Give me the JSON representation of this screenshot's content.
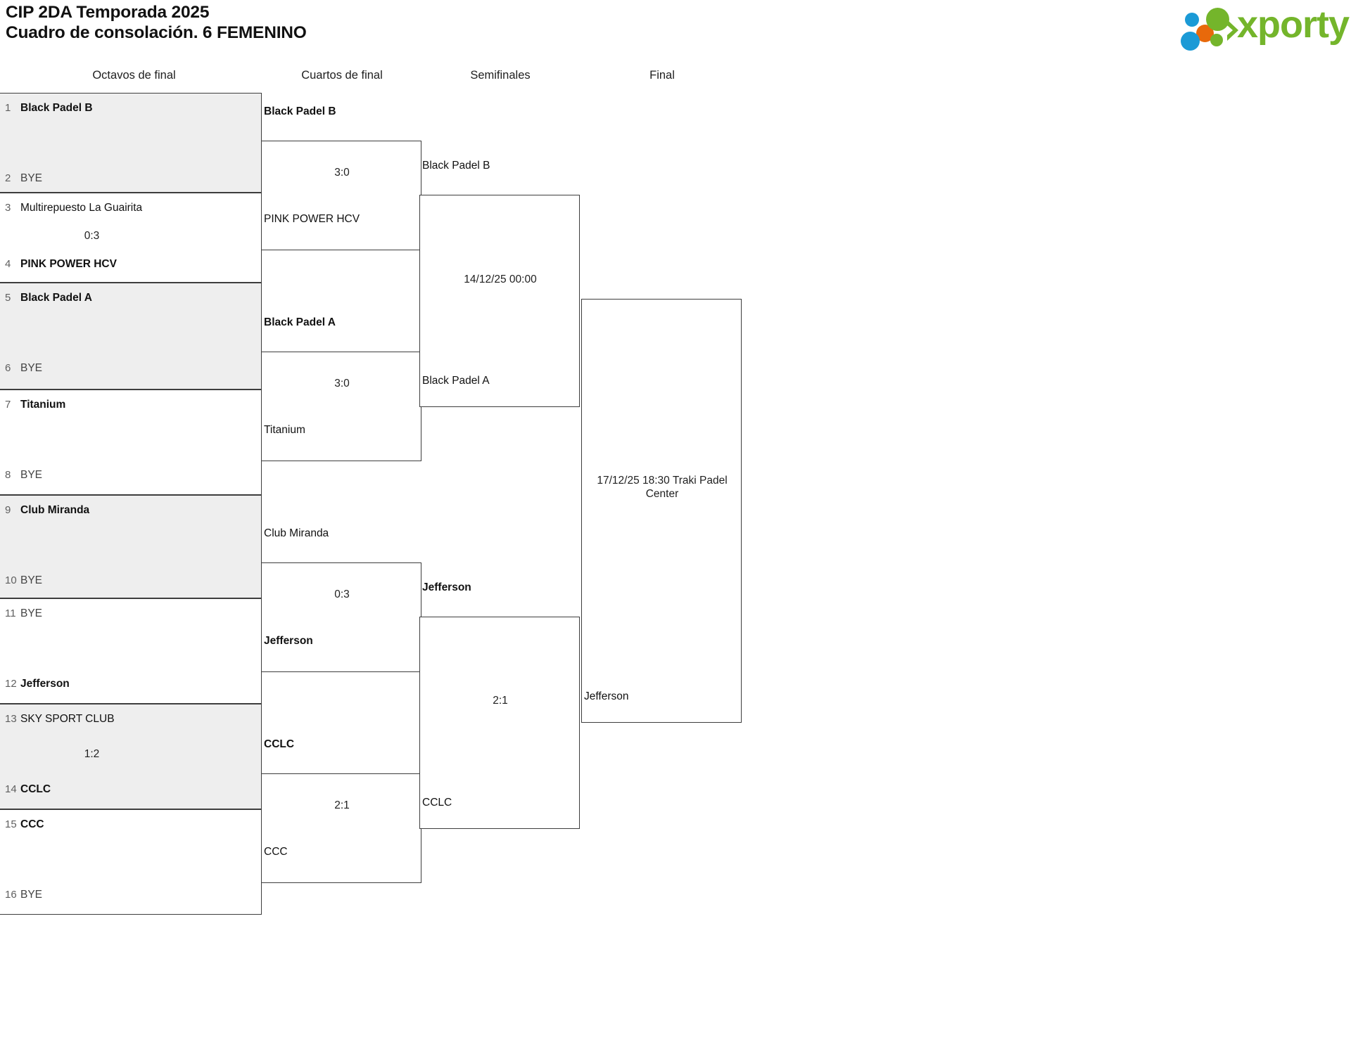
{
  "header": {
    "title_line1": "CIP 2DA Temporada 2025",
    "title_line2": "Cuadro de consolación. 6 FEMENINO",
    "logo_text": "xporty",
    "logo_colors": {
      "green": "#74b52b",
      "blue": "#1b9ad6",
      "orange": "#e8690b"
    }
  },
  "rounds": [
    {
      "label": "Octavos de final"
    },
    {
      "label": "Cuartos de final"
    },
    {
      "label": "Semifinales"
    },
    {
      "label": "Final"
    }
  ],
  "round1": {
    "matches": [
      {
        "shaded": true,
        "top": {
          "seed": "1",
          "team": "Black Padel B",
          "winner": true,
          "bye": false
        },
        "bottom": {
          "seed": "2",
          "team": "BYE",
          "winner": false,
          "bye": true
        },
        "score": ""
      },
      {
        "shaded": false,
        "top": {
          "seed": "3",
          "team": "Multirepuesto La Guairita",
          "winner": false,
          "bye": false
        },
        "bottom": {
          "seed": "4",
          "team": "PINK POWER HCV",
          "winner": true,
          "bye": false
        },
        "score": "0:3"
      },
      {
        "shaded": true,
        "top": {
          "seed": "5",
          "team": "Black Padel A",
          "winner": true,
          "bye": false
        },
        "bottom": {
          "seed": "6",
          "team": "BYE",
          "winner": false,
          "bye": true
        },
        "score": ""
      },
      {
        "shaded": false,
        "top": {
          "seed": "7",
          "team": "Titanium",
          "winner": true,
          "bye": false
        },
        "bottom": {
          "seed": "8",
          "team": "BYE",
          "winner": false,
          "bye": true
        },
        "score": ""
      },
      {
        "shaded": true,
        "top": {
          "seed": "9",
          "team": "Club Miranda",
          "winner": true,
          "bye": false
        },
        "bottom": {
          "seed": "10",
          "team": "BYE",
          "winner": false,
          "bye": true
        },
        "score": ""
      },
      {
        "shaded": false,
        "top": {
          "seed": "11",
          "team": "BYE",
          "winner": false,
          "bye": true
        },
        "bottom": {
          "seed": "12",
          "team": "Jefferson",
          "winner": true,
          "bye": false
        },
        "score": ""
      },
      {
        "shaded": true,
        "top": {
          "seed": "13",
          "team": "SKY SPORT CLUB",
          "winner": false,
          "bye": false
        },
        "bottom": {
          "seed": "14",
          "team": "CCLC",
          "winner": true,
          "bye": false
        },
        "score": "1:2"
      },
      {
        "shaded": false,
        "top": {
          "seed": "15",
          "team": "CCC",
          "winner": true,
          "bye": false
        },
        "bottom": {
          "seed": "16",
          "team": "BYE",
          "winner": false,
          "bye": true
        },
        "score": ""
      }
    ]
  },
  "quarterfinals": {
    "matches": [
      {
        "top": {
          "team": "Black Padel B",
          "winner": true
        },
        "bottom": {
          "team": "PINK POWER HCV",
          "winner": false
        },
        "score": "3:0"
      },
      {
        "top": {
          "team": "Black Padel A",
          "winner": true
        },
        "bottom": {
          "team": "Titanium",
          "winner": false
        },
        "score": "3:0"
      },
      {
        "top": {
          "team": "Club Miranda",
          "winner": false
        },
        "bottom": {
          "team": "Jefferson",
          "winner": true
        },
        "score": "0:3"
      },
      {
        "top": {
          "team": "CCLC",
          "winner": true
        },
        "bottom": {
          "team": "CCC",
          "winner": false
        },
        "score": "2:1"
      }
    ]
  },
  "semifinals": {
    "matches": [
      {
        "top": {
          "team": "Black Padel B",
          "winner": false
        },
        "bottom": {
          "team": "Black Padel A",
          "winner": false
        },
        "score": "",
        "scheduled": "14/12/25 00:00"
      },
      {
        "top": {
          "team": "Jefferson",
          "winner": true
        },
        "bottom": {
          "team": "CCLC",
          "winner": false
        },
        "score": "2:1",
        "scheduled": ""
      }
    ]
  },
  "final": {
    "matches": [
      {
        "top": {
          "team": "",
          "winner": false
        },
        "bottom": {
          "team": "Jefferson",
          "winner": false
        },
        "score": "",
        "scheduled": "17/12/25 18:30 Traki Padel Center"
      }
    ]
  }
}
